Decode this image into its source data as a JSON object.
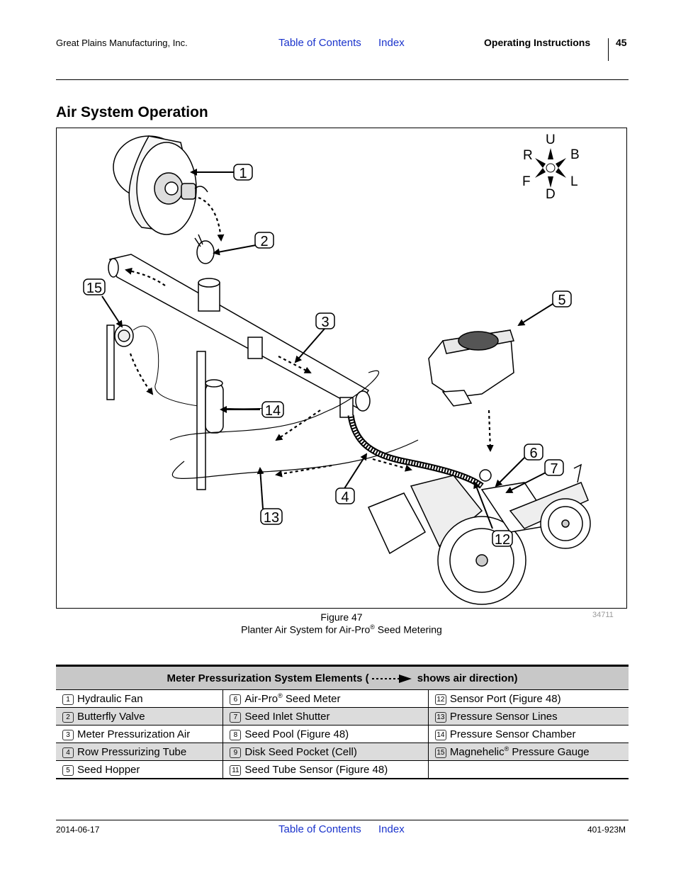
{
  "header": {
    "company": "Great Plains Manufacturing, Inc.",
    "toc_link": "Table of Contents",
    "index_link": "Index",
    "section": "Operating Instructions",
    "page_number": "45"
  },
  "section_title": "Air System Operation",
  "figure": {
    "compass": {
      "up": "U",
      "down": "D",
      "rear": "R",
      "back": "B",
      "front": "F",
      "left": "L"
    },
    "callouts": [
      "1",
      "2",
      "3",
      "4",
      "5",
      "6",
      "7",
      "12",
      "13",
      "14",
      "15"
    ],
    "figure_id": "34711",
    "caption_line1": "Figure 47",
    "caption_line2_pre": "Planter Air System for Air-Pro",
    "caption_line2_sup": "®",
    "caption_line2_post": " Seed Metering"
  },
  "table": {
    "header_pre": "Meter Pressurization System Elements (",
    "header_post": " shows air direction)",
    "rows": [
      [
        {
          "num": "1",
          "text": "Hydraulic Fan"
        },
        {
          "num": "6",
          "text": "Air-Pro",
          "sup": "®",
          "post": " Seed Meter"
        },
        {
          "num": "12",
          "text": "Sensor Port (Figure 48)"
        }
      ],
      [
        {
          "num": "2",
          "text": "Butterfly Valve"
        },
        {
          "num": "7",
          "text": "Seed Inlet Shutter"
        },
        {
          "num": "13",
          "text": "Pressure Sensor Lines"
        }
      ],
      [
        {
          "num": "3",
          "text": "Meter Pressurization Air"
        },
        {
          "num": "8",
          "text": "Seed Pool (Figure 48)"
        },
        {
          "num": "14",
          "text": "Pressure Sensor Chamber"
        }
      ],
      [
        {
          "num": "4",
          "text": "Row Pressurizing Tube"
        },
        {
          "num": "9",
          "text": "Disk Seed Pocket (Cell)"
        },
        {
          "num": "15",
          "text": "Magnehelic",
          "sup": "®",
          "post": " Pressure Gauge"
        }
      ],
      [
        {
          "num": "5",
          "text": "Seed Hopper"
        },
        {
          "num": "11",
          "text": "Seed Tube Sensor (Figure 48)"
        },
        {
          "num": "",
          "text": ""
        }
      ]
    ]
  },
  "footer": {
    "date": "2014-06-17",
    "toc_link": "Table of Contents",
    "index_link": "Index",
    "doc_number": "401-923M"
  }
}
